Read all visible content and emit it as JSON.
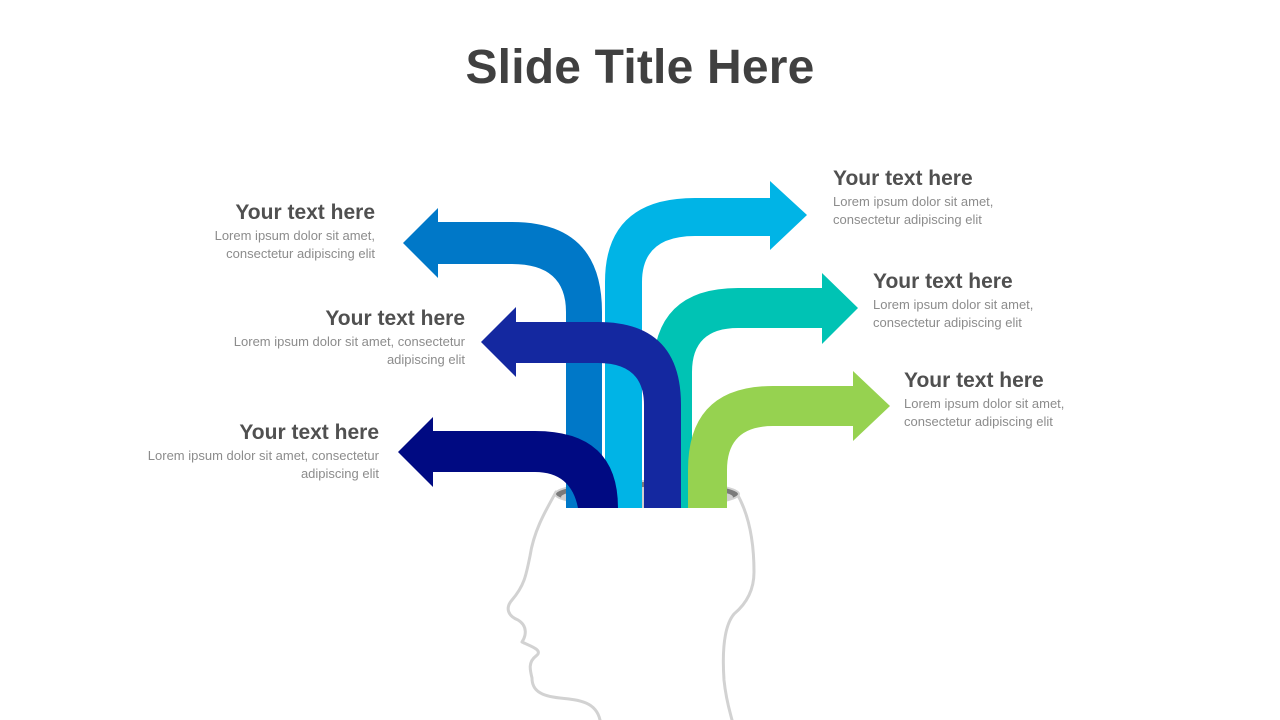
{
  "title": "Slide Title Here",
  "colors": {
    "arrow_left_top": "#0078c8",
    "arrow_left_middle": "#1428a0",
    "arrow_left_bottom": "#000a82",
    "arrow_right_top": "#00b4e6",
    "arrow_right_middle": "#00c3b4",
    "arrow_right_bottom": "#96d250",
    "head_outline": "#d2d2d2"
  },
  "labels": {
    "left_top": {
      "heading": "Your text here",
      "line1": "Lorem ipsum dolor  sit amet,",
      "line2": "consectetur adipiscing  elit"
    },
    "left_middle": {
      "heading": "Your text here",
      "line1": "Lorem ipsum dolor  sit amet, consectetur",
      "line2": "adipiscing  elit"
    },
    "left_bottom": {
      "heading": "Your text here",
      "line1": "Lorem ipsum dolor  sit amet, consectetur",
      "line2": "adipiscing  elit"
    },
    "right_top": {
      "heading": "Your text here",
      "line1": "Lorem ipsum dolor  sit amet,",
      "line2": "consectetur adipiscing  elit"
    },
    "right_middle": {
      "heading": "Your text here",
      "line1": "Lorem ipsum dolor  sit amet,",
      "line2": "consectetur adipiscing  elit"
    },
    "right_bottom": {
      "heading": "Your text here",
      "line1": "Lorem ipsum dolor  sit amet,",
      "line2": "consectetur adipiscing  elit"
    }
  }
}
